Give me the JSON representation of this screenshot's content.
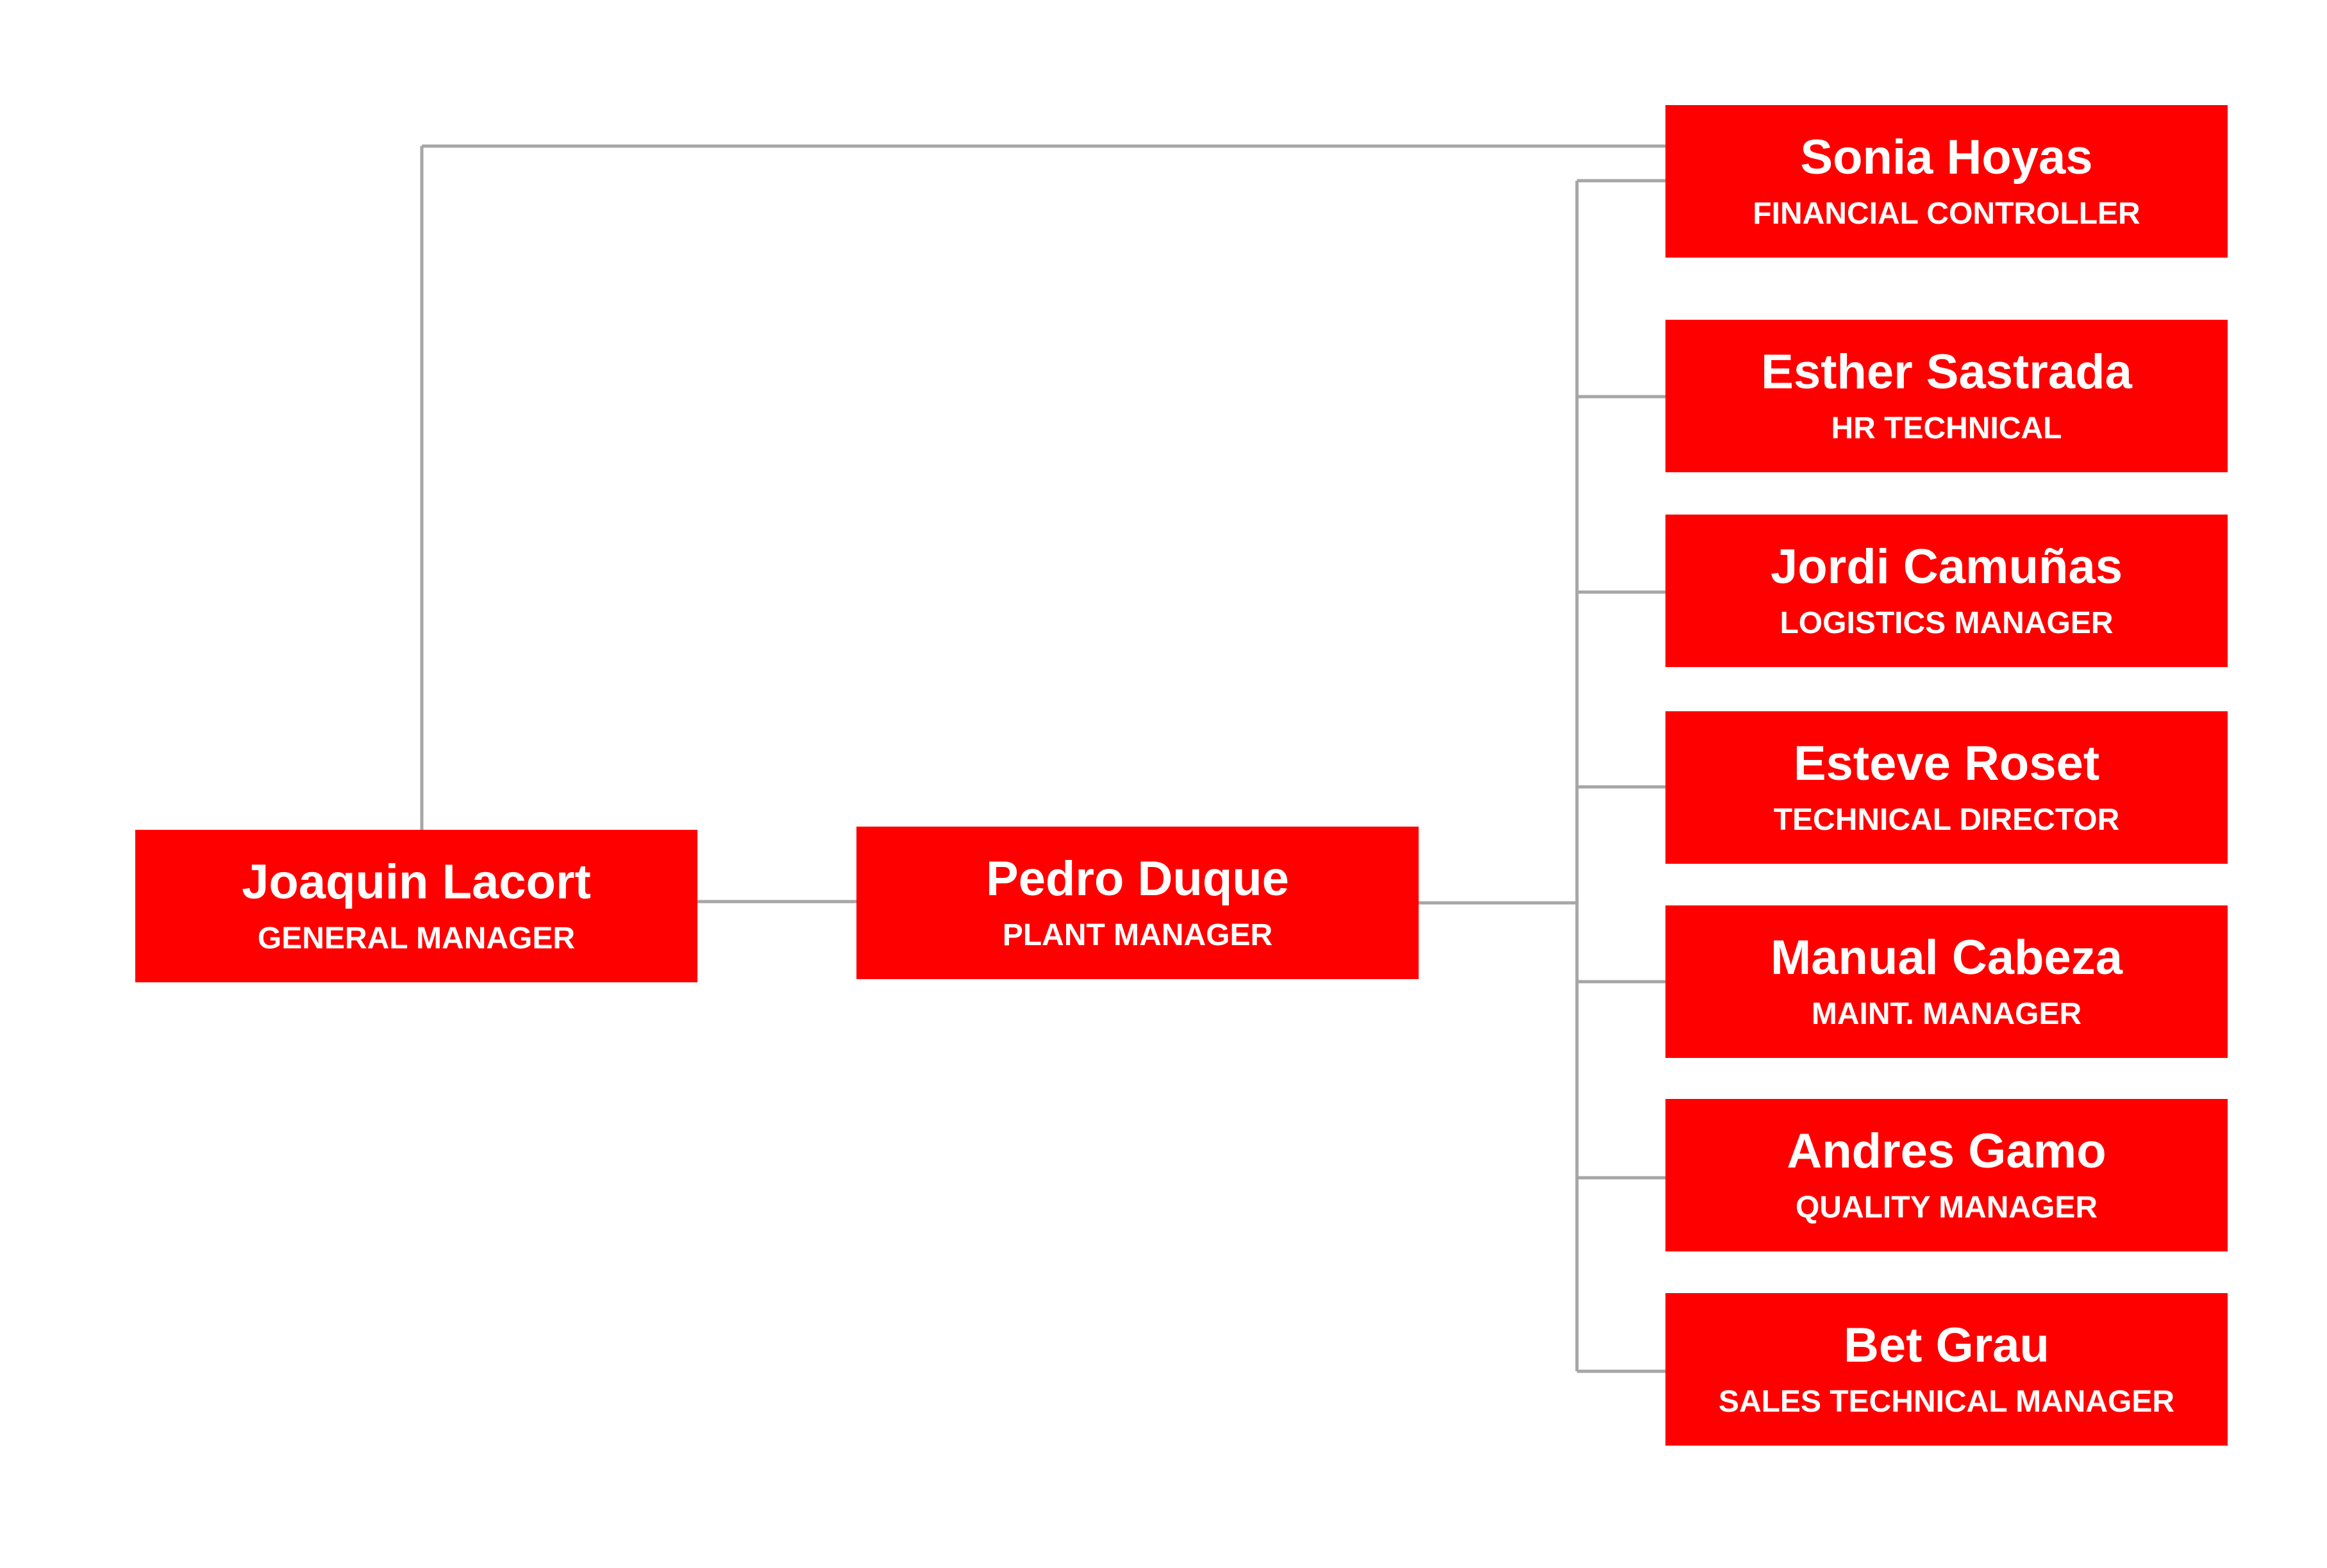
{
  "colors": {
    "box_fill": "#ff0000",
    "box_text": "#ffffff",
    "connector": "#a6a6a6",
    "background": "#ffffff"
  },
  "general_manager": {
    "name": "Joaquin Lacort",
    "role": "GENERAL MANAGER"
  },
  "plant_manager": {
    "name": "Pedro Duque",
    "role": "PLANT MANAGER"
  },
  "reports": [
    {
      "name": "Sonia Hoyas",
      "role": "FINANCIAL CONTROLLER"
    },
    {
      "name": "Esther Sastrada",
      "role": "HR TECHNICAL"
    },
    {
      "name": "Jordi Camuñas",
      "role": "LOGISTICS MANAGER"
    },
    {
      "name": "Esteve Roset",
      "role": "TECHNICAL DIRECTOR"
    },
    {
      "name": "Manual Cabeza",
      "role": "MAINT. MANAGER"
    },
    {
      "name": "Andres Gamo",
      "role": "QUALITY MANAGER"
    },
    {
      "name": "Bet Grau",
      "role": "SALES TECHNICAL MANAGER"
    }
  ]
}
